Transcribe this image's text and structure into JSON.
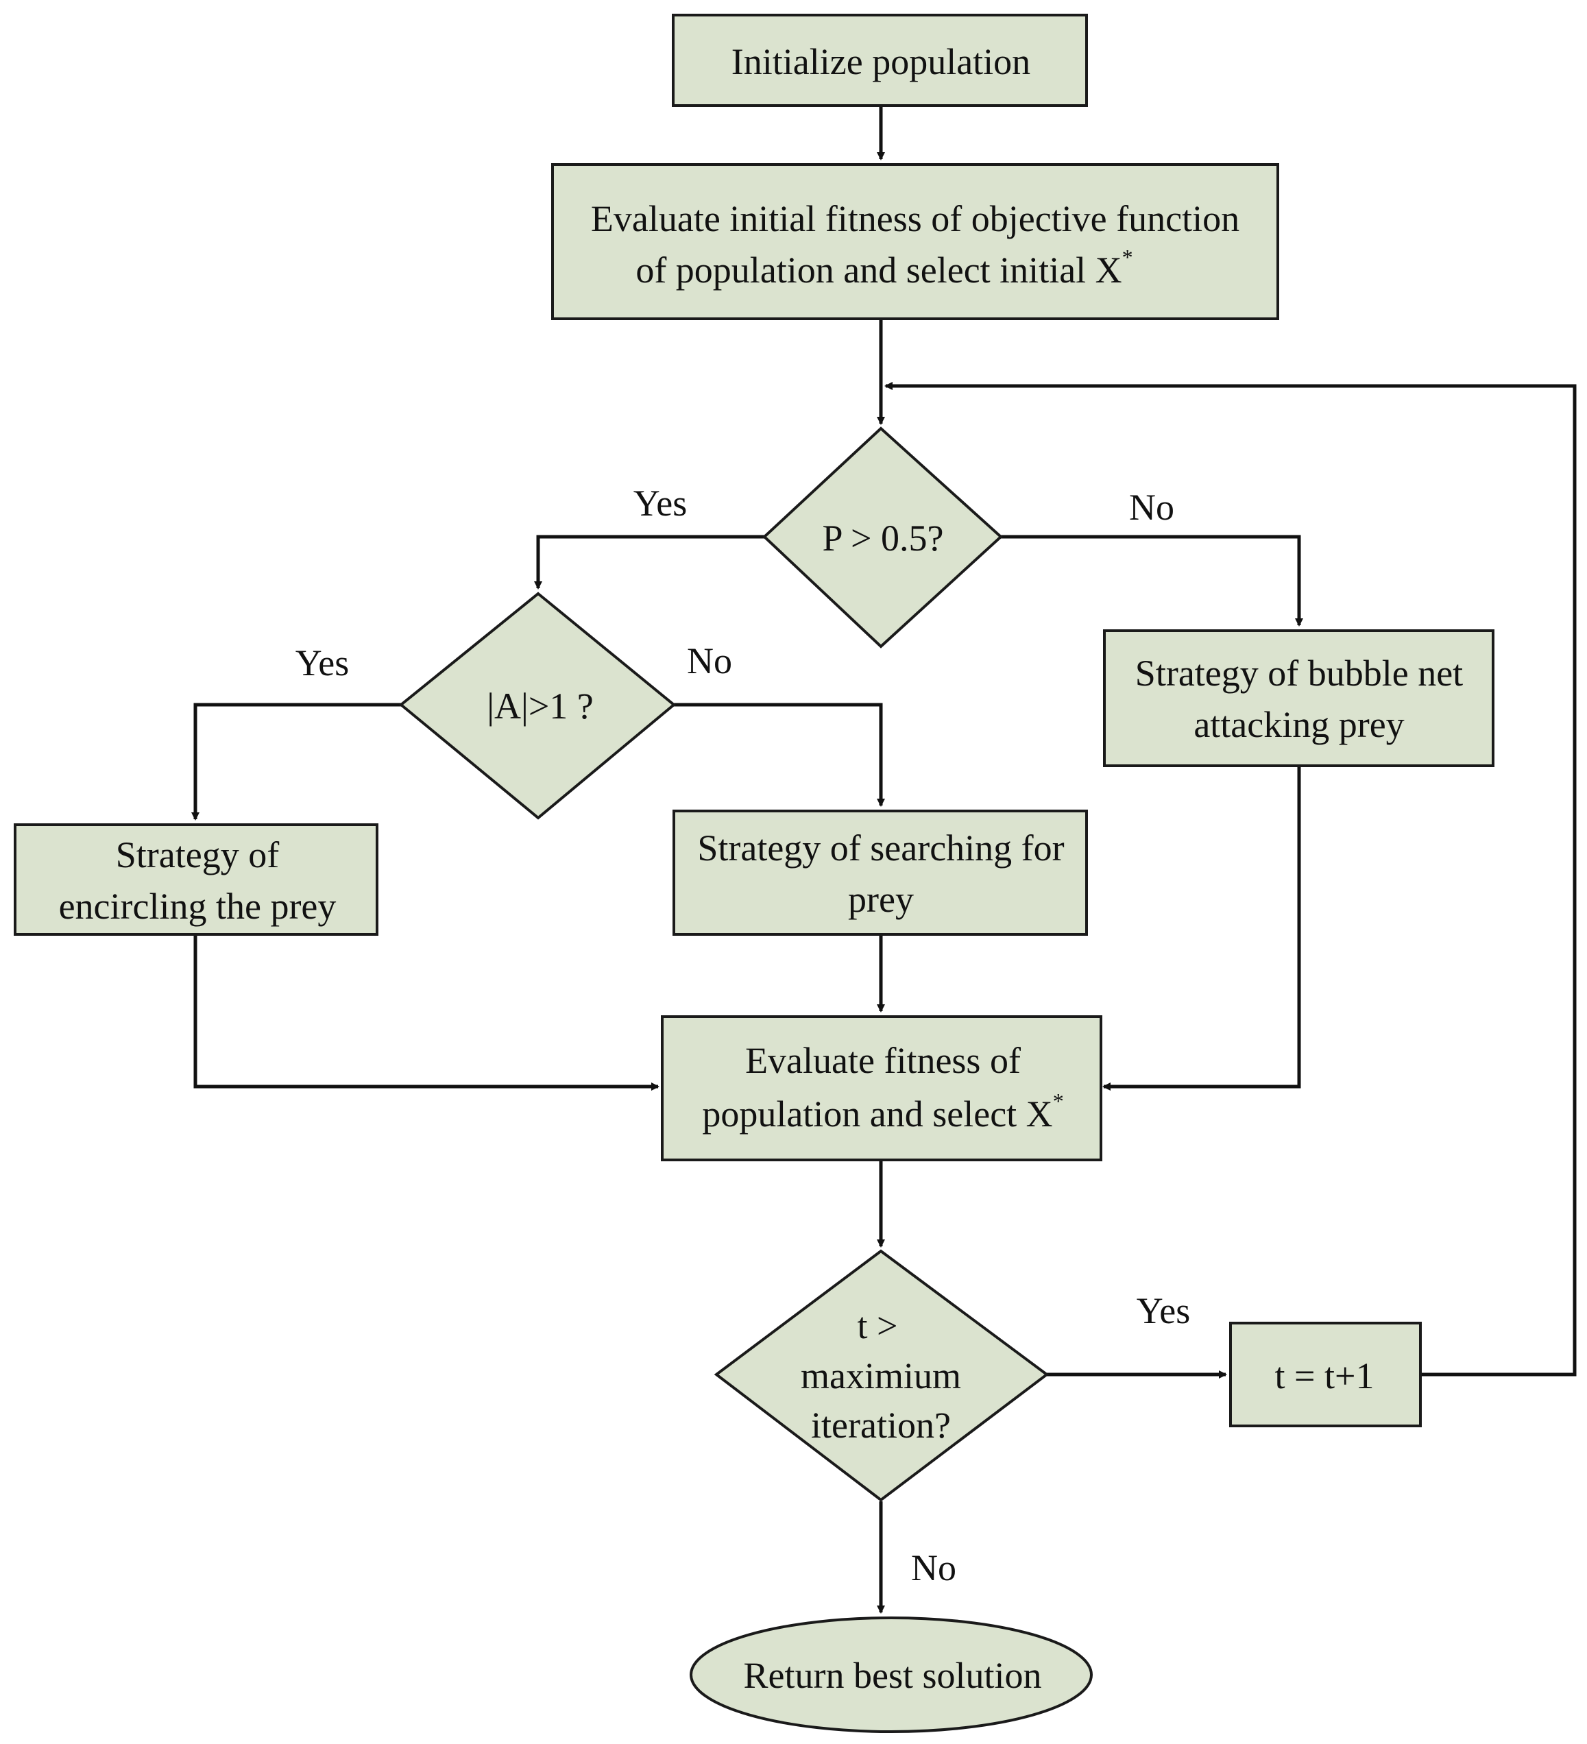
{
  "colors": {
    "node_fill": "#dbe3cf",
    "node_stroke": "#1a1a1a",
    "line": "#111111"
  },
  "nodes": {
    "initialize": {
      "label": "Initialize population"
    },
    "evaluate_initial": {
      "line1": "Evaluate initial fitness of  objective  function",
      "line2": "of population and select initial  X",
      "sup": "*"
    },
    "p_decision": {
      "label": "P > 0.5?"
    },
    "a_decision": {
      "label": "|A|>1 ?"
    },
    "bubble_net": {
      "line1": "Strategy of bubble net",
      "line2": "attacking prey"
    },
    "encircling": {
      "line1": "Strategy of",
      "line2": "encircling the prey"
    },
    "searching": {
      "line1": "Strategy of searching for",
      "line2": "prey"
    },
    "evaluate": {
      "line1": "Evaluate fitness of",
      "line2": "population and select X",
      "sup": "*"
    },
    "t_decision": {
      "line1": "t >",
      "line2": "maximium",
      "line3": "iteration?"
    },
    "increment": {
      "label": "t = t+1"
    },
    "return": {
      "label": "Return best solution"
    }
  },
  "edge_labels": {
    "p_yes": "Yes",
    "p_no": "No",
    "a_yes": "Yes",
    "a_no": "No",
    "t_yes": "Yes",
    "t_no": "No"
  }
}
